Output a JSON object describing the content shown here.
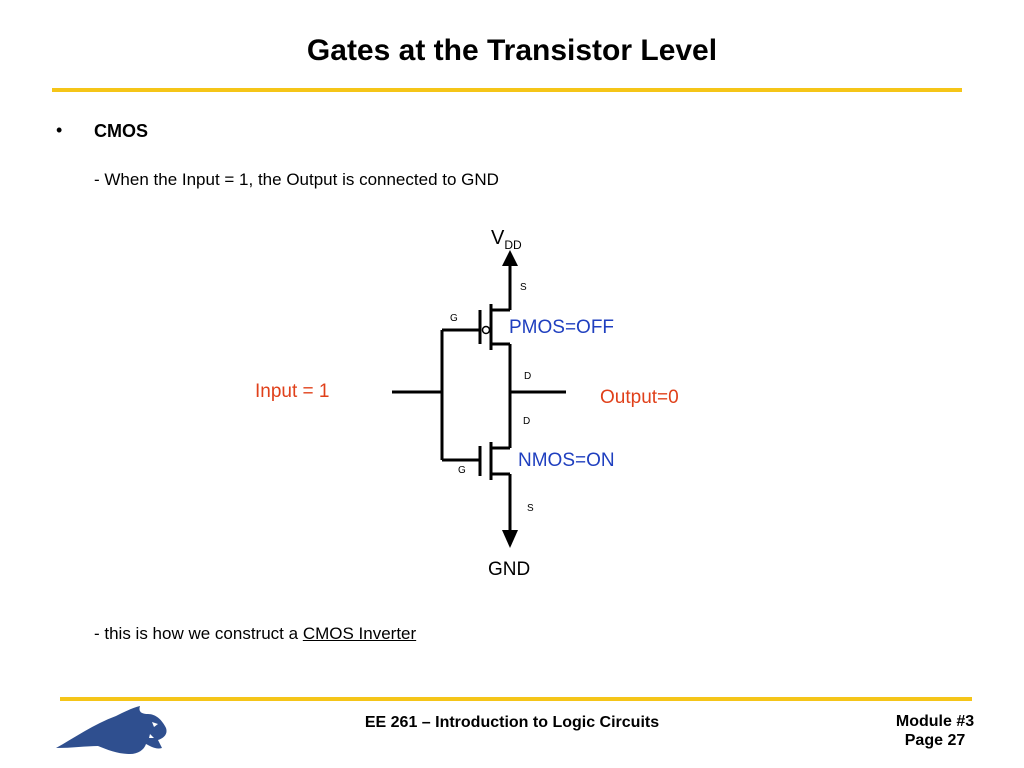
{
  "slide": {
    "title": "Gates at the Transistor Level",
    "bullet": "CMOS",
    "line1": "- When the Input = 1, the Output is connected to GND",
    "line2_prefix": "- this is how we construct a ",
    "line2_link": "CMOS Inverter"
  },
  "circuit": {
    "vdd_main": "V",
    "vdd_sub": "DD",
    "gnd": "GND",
    "pmos_label": "PMOS=OFF",
    "nmos_label": "NMOS=ON",
    "input_label": "Input = 1",
    "output_label": "Output=0",
    "pmos_s": "S",
    "pmos_g": "G",
    "pmos_d": "D",
    "nmos_d": "D",
    "nmos_g": "G",
    "nmos_s": "S"
  },
  "footer": {
    "course": "EE 261 – Introduction to Logic Circuits",
    "module": "Module #3",
    "page": "Page 27"
  },
  "colors": {
    "accent_rule": "#f5c518",
    "blue_label": "#1f3fbf",
    "red_label": "#e0401a",
    "logo_blue": "#2f4f8f"
  }
}
